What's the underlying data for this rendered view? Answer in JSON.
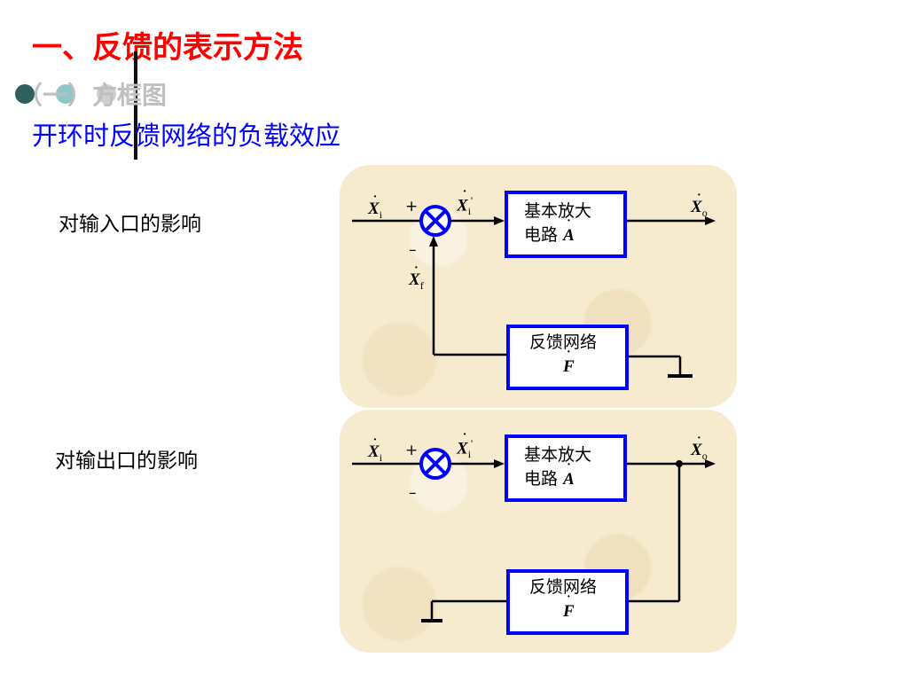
{
  "slide": {
    "title": "一、反馈的表示方法",
    "subtitle": "（一）方框图",
    "heading": "开环时反馈网络的负载效应"
  },
  "panels": [
    {
      "label": "对输入口的影响",
      "amp_line1": "基本放大",
      "amp_line2": "电路",
      "amp_sym": "A",
      "fb_line1": "反馈网络",
      "fb_sym": "F",
      "sig_in": "X",
      "sig_in_sub": "i",
      "sig_diff": "X",
      "sig_diff_sub": "i",
      "sig_diff_prime": "'",
      "sig_out": "X",
      "sig_out_sub": "o",
      "sig_fb": "X",
      "sig_fb_sub": "f",
      "plus": "+",
      "minus": "–"
    },
    {
      "label": "对输出口的影响",
      "amp_line1": "基本放大",
      "amp_line2": "电路",
      "amp_sym": "A",
      "fb_line1": "反馈网络",
      "fb_sym": "F",
      "sig_in": "X",
      "sig_in_sub": "i",
      "sig_diff": "X",
      "sig_diff_sub": "i",
      "sig_diff_prime": "'",
      "sig_out": "X",
      "sig_out_sub": "o",
      "plus": "+",
      "minus": "–"
    }
  ],
  "colors": {
    "title": "#ff0000",
    "heading": "#0000ff",
    "block_border": "#0000ff",
    "panel_bg": "#f6ebcf",
    "subtitle": "#bfbfbf"
  }
}
